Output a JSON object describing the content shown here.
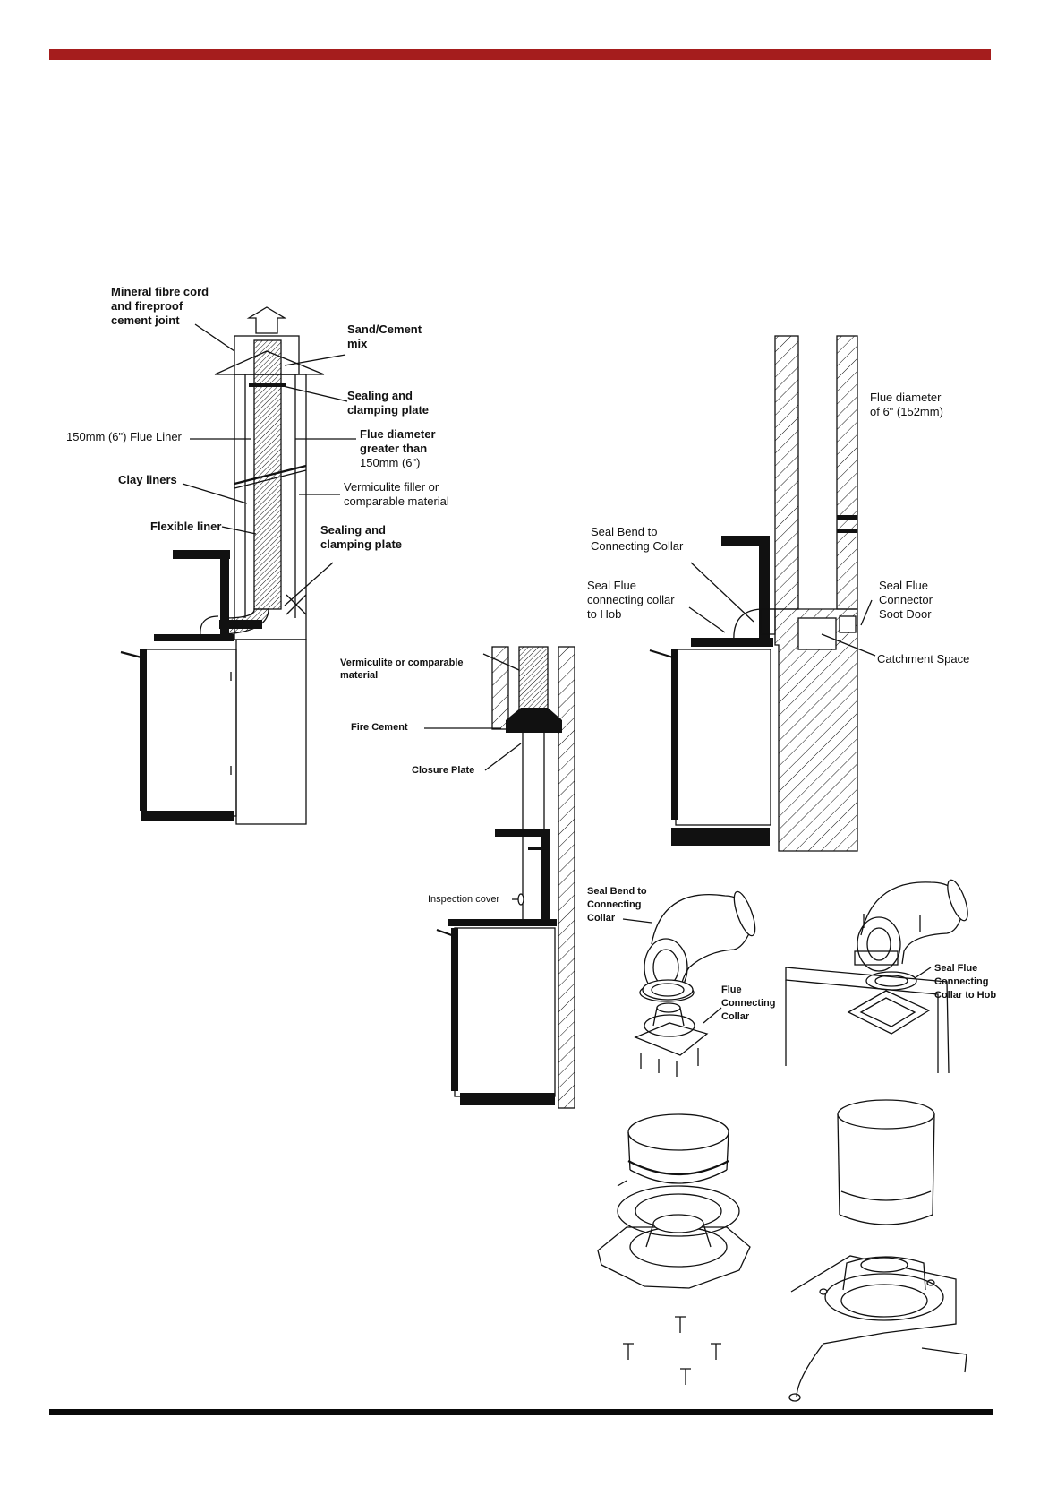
{
  "colors": {
    "top_rule": "#a51d1d",
    "bottom_rule": "#0a0a0a"
  },
  "fig1": {
    "mineral": [
      "Mineral fibre cord",
      "and fireproof",
      "cement joint"
    ],
    "sand": [
      "Sand/Cement",
      "mix"
    ],
    "seal_top": [
      "Sealing and",
      "clamping plate"
    ],
    "liner150": "150mm (6\") Flue Liner",
    "flue_dia": [
      "Flue diameter",
      "greater than",
      "150mm (6\")"
    ],
    "clay": "Clay liners",
    "vermic": [
      "Vermiculite  filler  or",
      "comparable material"
    ],
    "flexible": "Flexible liner",
    "seal_bottom": [
      "Sealing and",
      "clamping plate"
    ]
  },
  "fig2": {
    "vermic": [
      "Vermiculite or comparable",
      "material"
    ],
    "fire_cement": "Fire  Cement",
    "closure": "Closure Plate",
    "inspection": "Inspection cover"
  },
  "fig3": {
    "flue_dia": [
      "Flue diameter",
      "of 6\" (152mm)"
    ],
    "seal_bend": [
      "Seal Bend to",
      "Connecting Collar"
    ],
    "seal_flue": [
      "Seal Flue",
      "connecting collar",
      "to Hob"
    ],
    "soot": [
      "Seal Flue",
      "Connector",
      "Soot Door"
    ],
    "catchment": "Catchment Space"
  },
  "fig4": {
    "seal_bend": [
      "Seal Bend to",
      "Connecting",
      "Collar"
    ],
    "collar": [
      "Flue",
      "Connecting",
      "Collar"
    ],
    "hob": [
      "Seal Flue",
      "Connecting",
      "Collar to Hob"
    ]
  }
}
